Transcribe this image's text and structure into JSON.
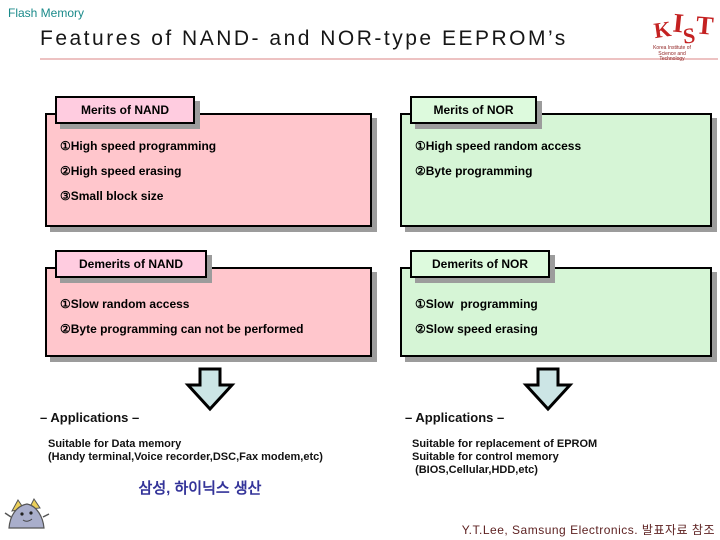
{
  "slide": {
    "category_label": "Flash Memory",
    "title": "Features of NAND- and NOR-type EEPROM’s",
    "logo": {
      "letters": {
        "k": "K",
        "i": "I",
        "s": "S",
        "t": "T"
      },
      "subtitle_line1": "Korea Institute of",
      "subtitle_line2": "Science and Technology"
    }
  },
  "panels": {
    "merits_nand": {
      "title": "Merits of NAND",
      "items": [
        "①High speed programming",
        "②High speed erasing",
        "③Small block size"
      ]
    },
    "merits_nor": {
      "title": "Merits of NOR",
      "items": [
        "①High speed random access",
        "②Byte programming"
      ]
    },
    "demerits_nand": {
      "title": "Demerits of NAND",
      "items": [
        "①Slow random access",
        "②Byte programming can not be performed"
      ]
    },
    "demerits_nor": {
      "title": "Demerits of NOR",
      "items": [
        "①Slow  programming",
        "②Slow speed erasing"
      ]
    }
  },
  "applications": {
    "left": {
      "heading": "– Applications –",
      "lines": "Suitable for Data memory\n(Handy terminal,Voice recorder,DSC,Fax modem,etc)"
    },
    "right": {
      "heading": "– Applications –",
      "lines": "Suitable for replacement of EPROM\nSuitable for control memory\n (BIOS,Cellular,HDD,etc)"
    }
  },
  "notes": {
    "korean_note": "삼성, 하이닉스 생산",
    "credit": "Y.T.Lee, Samsung Electronics. 발표자료 참조"
  },
  "colors": {
    "pink_header": "#ffcce0",
    "pink_body": "#ffc6cc",
    "green_header": "#ddfadd",
    "green_body": "#d6f5d6",
    "arrow_fill": "#cce5e5",
    "category_teal": "#1a8a8a",
    "korean_note_blue": "#333399",
    "credit_maroon": "#5e2222",
    "logo_red": "#c42121",
    "title_rule_pink": "#edc2c2",
    "shadow_gray": "#9c9c9c"
  }
}
